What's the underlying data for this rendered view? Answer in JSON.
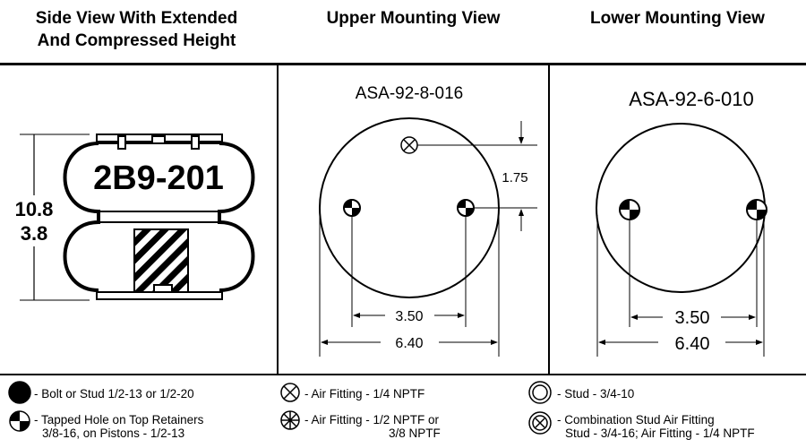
{
  "headers": {
    "side_view_line1": "Side View With Extended",
    "side_view_line2": "And Compressed Height",
    "upper": "Upper Mounting View",
    "lower": "Lower Mounting View"
  },
  "side_view": {
    "part_number": "2B9-201",
    "extended_height": "10.8",
    "compressed_height": "3.8"
  },
  "upper_view": {
    "model": "ASA-92-8-016",
    "offset_dim": "1.75",
    "bolt_spacing": "3.50",
    "diameter": "6.40"
  },
  "lower_view": {
    "model": "ASA-92-6-010",
    "bolt_spacing": "3.50",
    "diameter": "6.40"
  },
  "legend": [
    {
      "icon": "solid-circle-icon",
      "line1": "- Bolt or Stud 1/2-13 or 1/2-20",
      "line2": ""
    },
    {
      "icon": "quartered-circle-icon",
      "line1": "- Tapped Hole on Top Retainers",
      "line2": "3/8-16, on Pistons - 1/2-13"
    },
    {
      "icon": "x-circle-icon",
      "line1": "- Air Fitting - 1/4 NPTF",
      "line2": ""
    },
    {
      "icon": "asterisk-circle-icon",
      "line1": "- Air Fitting - 1/2 NPTF or",
      "line2": "3/8 NPTF"
    },
    {
      "icon": "double-circle-icon",
      "line1": "- Stud - 3/4-10",
      "line2": ""
    },
    {
      "icon": "double-x-circle-icon",
      "line1": "- Combination Stud Air Fitting",
      "line2": "Stud - 3/4-16; Air Fitting - 1/4 NPTF"
    }
  ]
}
